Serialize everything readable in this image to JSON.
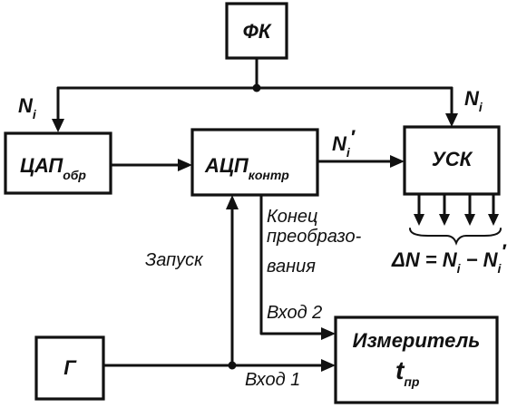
{
  "blocks": {
    "fk": "ФК",
    "dac_main": "ЦАП",
    "dac_sub": "обр",
    "adc_main": "АЦП",
    "adc_sub": "контр",
    "usk": "УСК",
    "gen": "Г",
    "meter_line1": "Измеритель",
    "meter_main": "t",
    "meter_sub": "пр"
  },
  "signals": {
    "n_main": "N",
    "n_sub": "i",
    "n_prime_main": "N",
    "n_prime_sub": "i",
    "n_prime_mark": "′",
    "start_label": "Запуск",
    "end_line1": "Конец",
    "end_line2": "преобразо-",
    "end_line3": "вания",
    "input2": "Вход 2",
    "input1": "Вход 1",
    "delta_prefix": "ΔN = N",
    "delta_sub1": "i",
    "delta_minus": " − N",
    "delta_sub2": "i",
    "delta_mark": "′"
  }
}
